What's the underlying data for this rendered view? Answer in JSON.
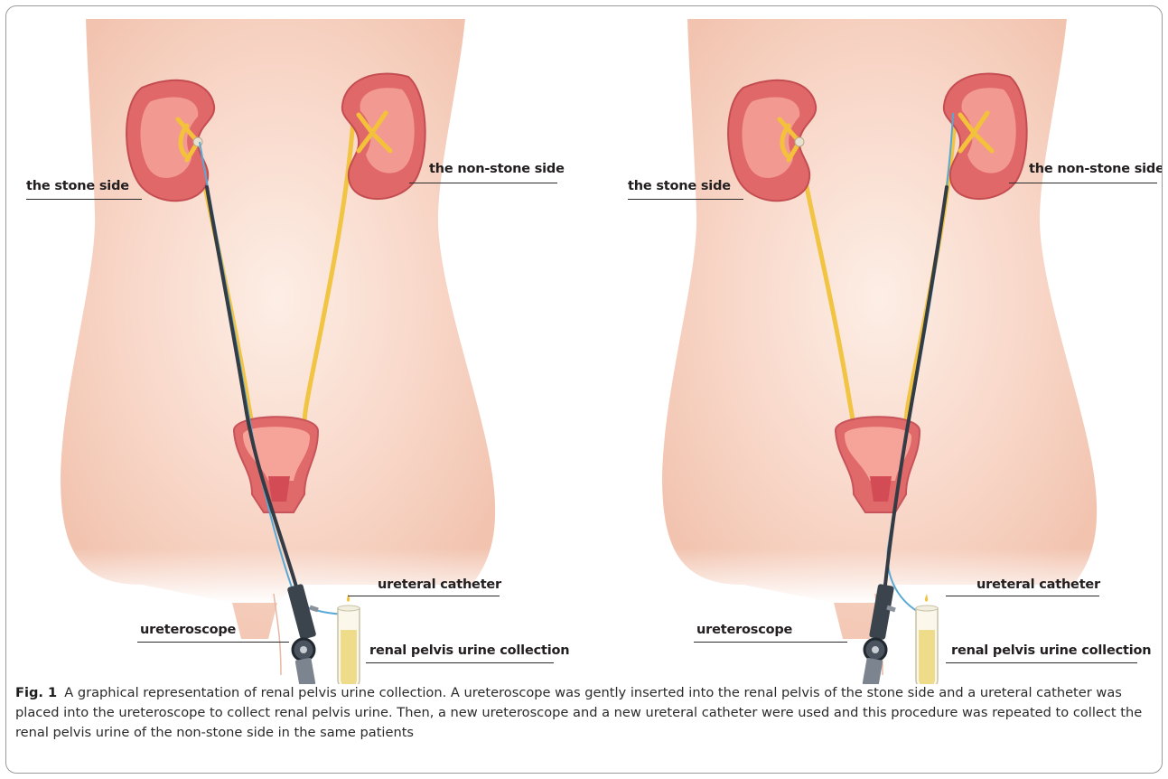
{
  "panels": [
    {
      "stone_label": "the stone side",
      "nonstone_label": "the non-stone side",
      "scope_label": "ureteroscope",
      "catheter_label": "ureteral catheter",
      "collection_label": "renal pelvis urine collection"
    },
    {
      "stone_label": "the stone side",
      "nonstone_label": "the non-stone side",
      "scope_label": "ureteroscope",
      "catheter_label": "ureteral catheter",
      "collection_label": "renal pelvis urine collection"
    }
  ],
  "caption": {
    "fig": "Fig. 1",
    "text": "A graphical representation of renal pelvis urine collection. A ureteroscope was gently inserted into the renal pelvis of the stone side and a ureteral catheter was placed into the ureteroscope to collect renal pelvis urine. Then, a new ureteroscope and a new ureteral catheter were used and this procedure was repeated to collect the renal pelvis urine of the non-stone side in the same patients"
  },
  "colors": {
    "skin": "#f6cfbf",
    "kidney": "#e06869",
    "ureter": "#f2c443",
    "scope": "#333b45",
    "catheter": "#58a9d6",
    "urine": "#efdc8a"
  }
}
